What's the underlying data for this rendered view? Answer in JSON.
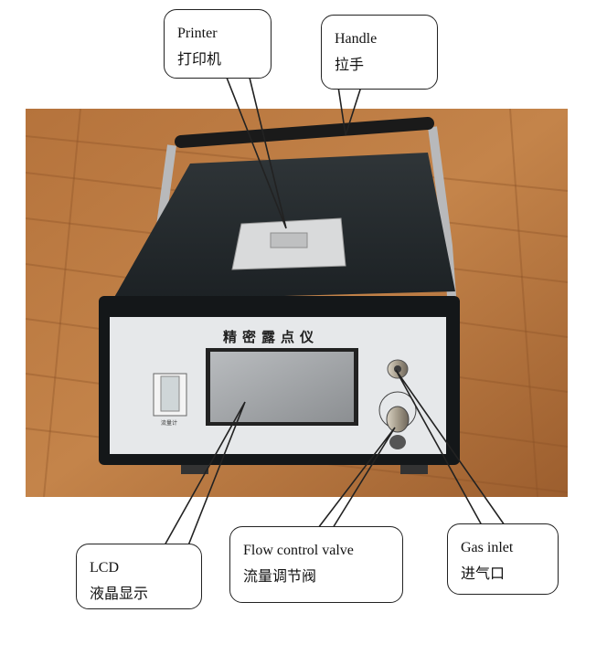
{
  "panel_title": "精密露点仪",
  "flowmeter_label": "流量计",
  "callouts": {
    "printer": {
      "en": "Printer",
      "cn": "打印机"
    },
    "handle": {
      "en": "Handle",
      "cn": "拉手"
    },
    "lcd": {
      "en": "LCD",
      "cn": "液晶显示"
    },
    "flow_valve": {
      "en": "Flow control valve",
      "cn": "流量调节阀"
    },
    "gas_inlet": {
      "en": "Gas inlet",
      "cn": "进气口"
    }
  }
}
